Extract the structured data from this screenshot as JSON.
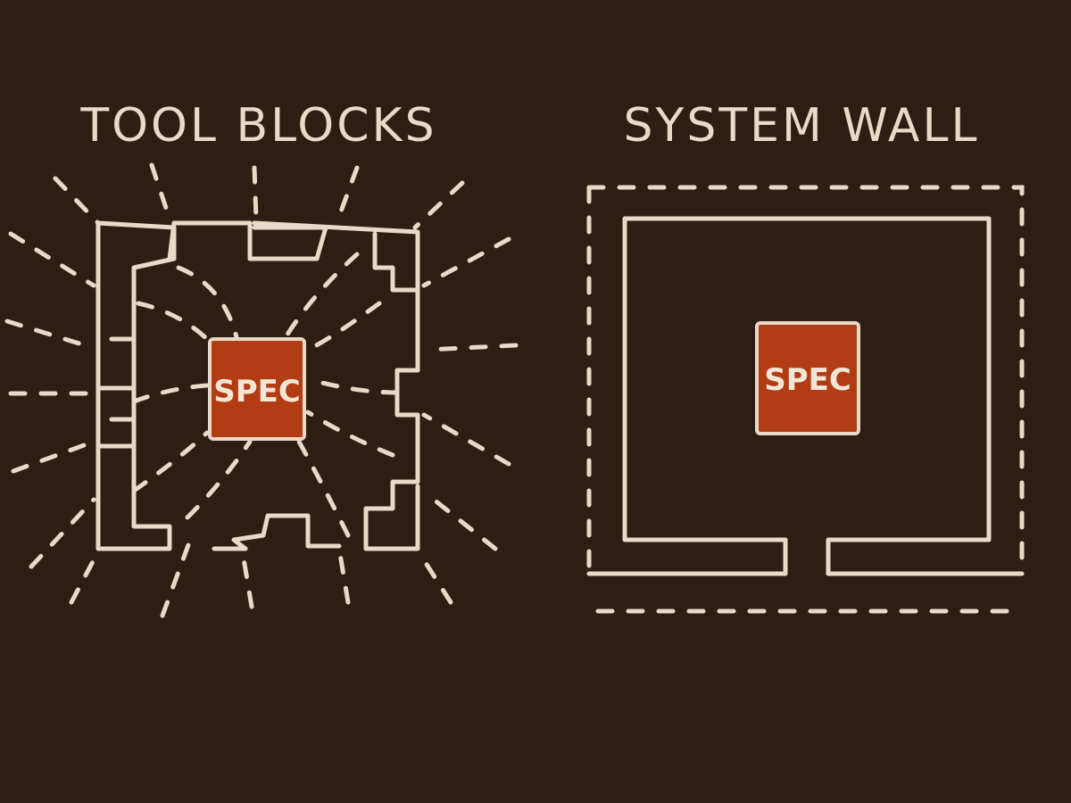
{
  "left_panel": {
    "title": "TOOL BLOCKS",
    "center_label": "SPEC"
  },
  "right_panel": {
    "title": "SYSTEM WALL",
    "center_label": "SPEC"
  },
  "colors": {
    "background": "#2a1f12",
    "line": "#e8d9c8",
    "spec_fill": "#b23c14"
  }
}
